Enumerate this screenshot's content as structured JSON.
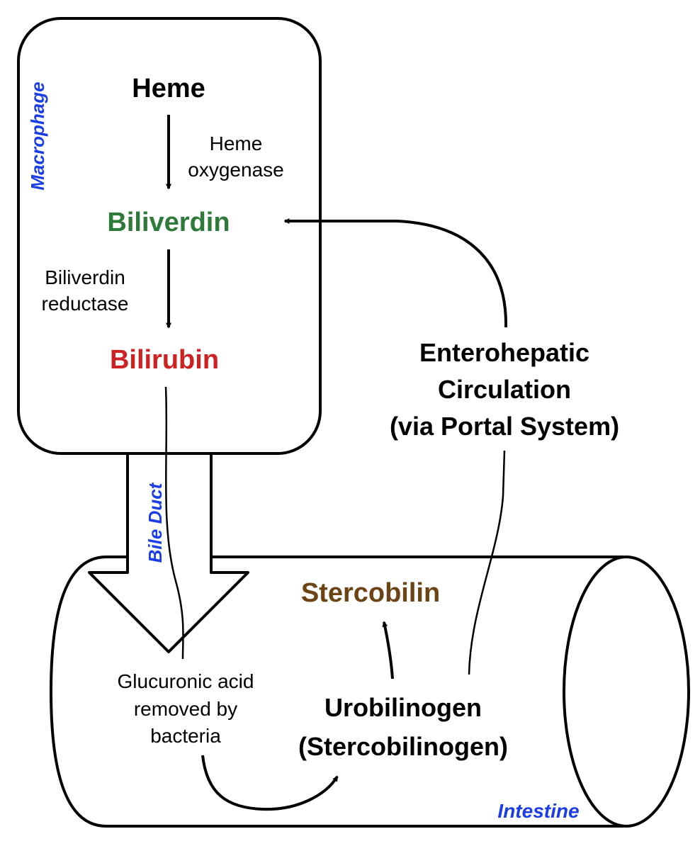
{
  "labels": {
    "macrophage": "Macrophage",
    "bile_duct": "Bile Duct",
    "intestine": "Intestine"
  },
  "compounds": {
    "heme": "Heme",
    "biliverdin": "Biliverdin",
    "bilirubin": "Bilirubin",
    "stercobilin": "Stercobilin",
    "urobilinogen_line1": "Urobilinogen",
    "urobilinogen_line2": "(Stercobilinogen)"
  },
  "enzymes": {
    "heme_oxygenase_line1": "Heme",
    "heme_oxygenase_line2": "oxygenase",
    "biliverdin_reductase_line1": "Biliverdin",
    "biliverdin_reductase_line2": "reductase"
  },
  "notes": {
    "glucuronic_line1": "Glucuronic acid",
    "glucuronic_line2": "removed by",
    "glucuronic_line3": "bacteria",
    "enterohepatic_line1": "Enterohepatic",
    "enterohepatic_line2": "Circulation",
    "enterohepatic_line3": "(via Portal System)"
  },
  "colors": {
    "ink": "#000000",
    "region_label": "#1a3de6",
    "biliverdin": "#2d7a3a",
    "bilirubin": "#cc2222",
    "stercobilin": "#6b4314"
  }
}
